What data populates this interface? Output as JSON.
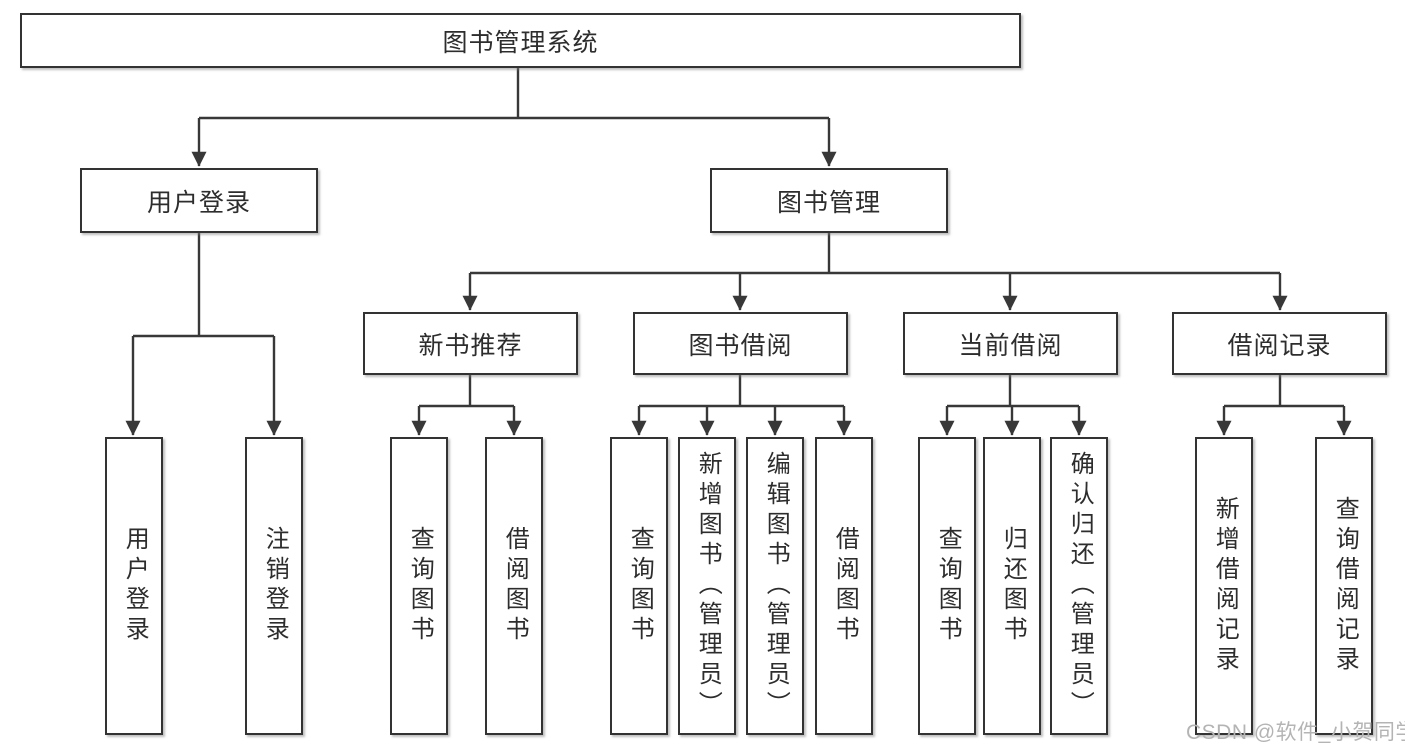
{
  "diagram": {
    "type": "hierarchy-tree",
    "nodes": {
      "root": {
        "label": "图书管理系统"
      },
      "user_login": {
        "label": "用户登录"
      },
      "book_mgmt": {
        "label": "图书管理"
      },
      "new_book_rec": {
        "label": "新书推荐"
      },
      "book_borrow": {
        "label": "图书借阅"
      },
      "current_borrow": {
        "label": "当前借阅"
      },
      "borrow_record": {
        "label": "借阅记录"
      },
      "login": {
        "label": "用户登录"
      },
      "logout": {
        "label": "注销登录"
      },
      "rec_query_book": {
        "label": "查询图书"
      },
      "rec_borrow_book": {
        "label": "借阅图书"
      },
      "bb_query_book": {
        "label": "查询图书"
      },
      "bb_add_book": {
        "label": "新增图书（管理员）"
      },
      "bb_edit_book": {
        "label": "编辑图书（管理员）"
      },
      "bb_borrow_book": {
        "label": "借阅图书"
      },
      "cb_query_book": {
        "label": "查询图书"
      },
      "cb_return_book": {
        "label": "归还图书"
      },
      "cb_confirm_return": {
        "label": "确认归还（管理员）"
      },
      "br_add_record": {
        "label": "新增借阅记录"
      },
      "br_query_record": {
        "label": "查询借阅记录"
      }
    },
    "edges": [
      {
        "from": "root",
        "to": [
          "user_login",
          "book_mgmt"
        ]
      },
      {
        "from": "user_login",
        "to": [
          "login",
          "logout"
        ]
      },
      {
        "from": "book_mgmt",
        "to": [
          "new_book_rec",
          "book_borrow",
          "current_borrow",
          "borrow_record"
        ]
      },
      {
        "from": "new_book_rec",
        "to": [
          "rec_query_book",
          "rec_borrow_book"
        ]
      },
      {
        "from": "book_borrow",
        "to": [
          "bb_query_book",
          "bb_add_book",
          "bb_edit_book",
          "bb_borrow_book"
        ]
      },
      {
        "from": "current_borrow",
        "to": [
          "cb_query_book",
          "cb_return_book",
          "cb_confirm_return"
        ]
      },
      {
        "from": "borrow_record",
        "to": [
          "br_add_record",
          "br_query_record"
        ]
      }
    ],
    "colors": {
      "line": "#383838",
      "box_border": "#333333",
      "text": "#2d2d2d",
      "background": "#ffffff",
      "watermark": "#b4b4b4"
    }
  },
  "watermark": {
    "text": "CSDN @软件_小贺同学"
  }
}
